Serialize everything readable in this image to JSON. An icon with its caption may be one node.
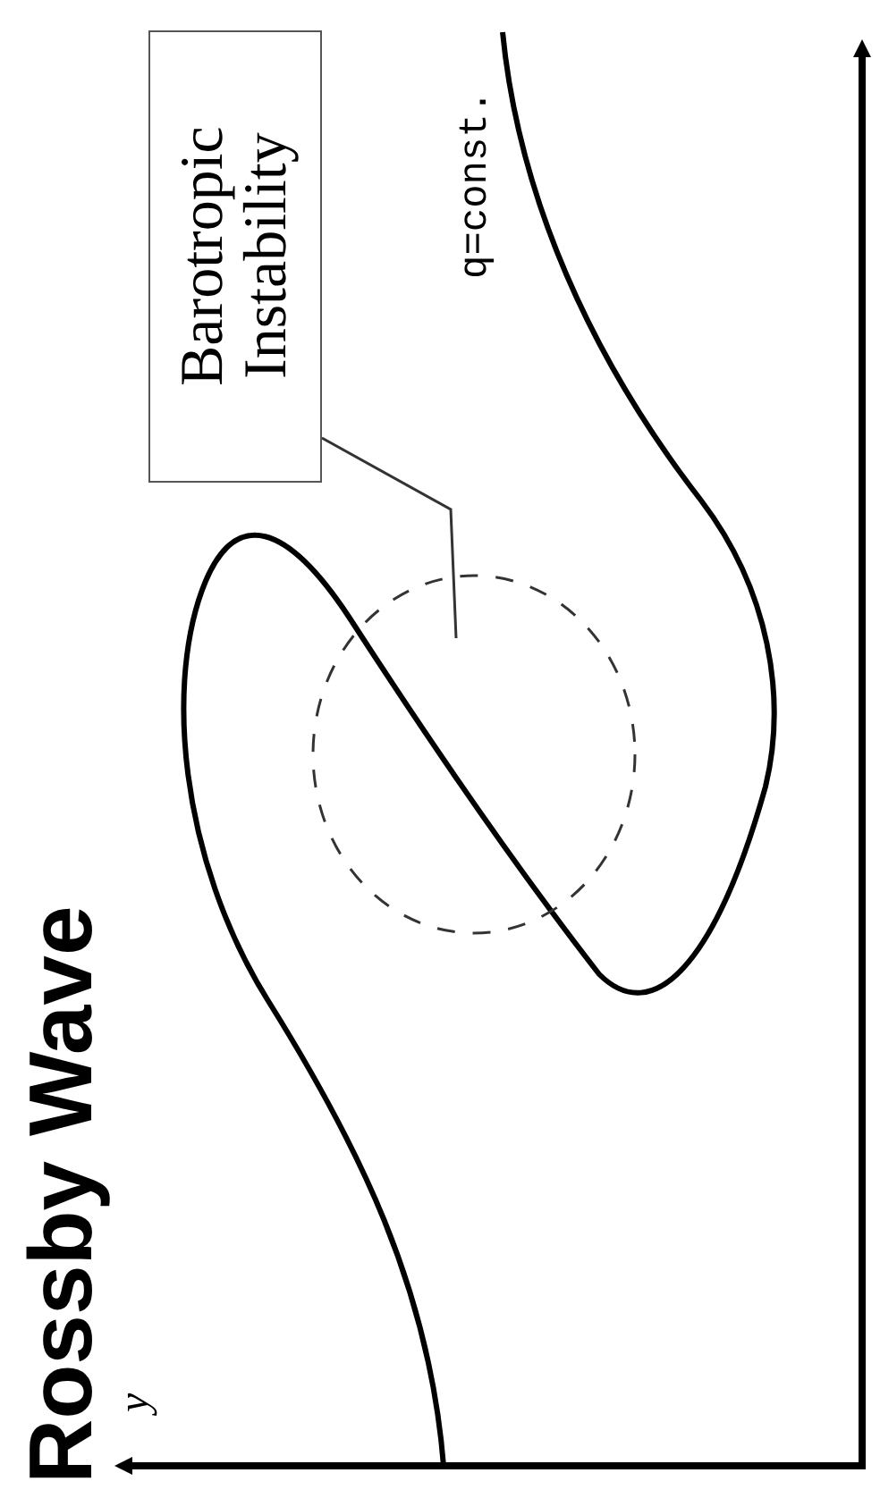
{
  "diagram": {
    "title": "Rossby Wave",
    "nodes": [
      {
        "text": [
          "Barotropic Instability"
        ]
      },
      {
        "text": [],
        "shape": "circle"
      }
    ],
    "edges": [
      {
        "from": 0,
        "to": 1,
        "arrow": "none"
      }
    ],
    "labels": [
      "q=const.",
      "y"
    ]
  }
}
